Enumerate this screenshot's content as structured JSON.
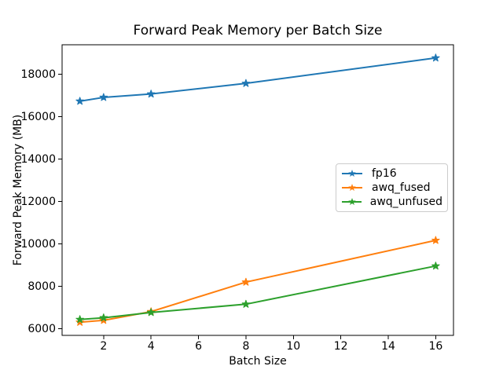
{
  "chart_data": {
    "type": "line",
    "title": "Forward Peak Memory per Batch Size",
    "xlabel": "Batch Size",
    "ylabel": "Forward Peak Memory (MB)",
    "x": [
      1,
      2,
      4,
      8,
      16
    ],
    "series": [
      {
        "name": "fp16",
        "color": "#1f77b4",
        "marker": "star",
        "values": [
          16720,
          16900,
          17060,
          17560,
          18760
        ]
      },
      {
        "name": "awq_fused",
        "color": "#ff7f0e",
        "marker": "star",
        "values": [
          6300,
          6390,
          6800,
          8190,
          10160
        ]
      },
      {
        "name": "awq_unfused",
        "color": "#2ca02c",
        "marker": "star",
        "values": [
          6430,
          6510,
          6760,
          7150,
          8950
        ]
      }
    ],
    "xlim": [
      0.25,
      16.75
    ],
    "ylim": [
      5680,
      19380
    ],
    "xticks": [
      2,
      4,
      6,
      8,
      10,
      12,
      14,
      16
    ],
    "yticks": [
      6000,
      8000,
      10000,
      12000,
      14000,
      16000,
      18000
    ],
    "grid": false,
    "legend_position": "center right",
    "axis_color": "#000000",
    "background_color": "#ffffff"
  }
}
